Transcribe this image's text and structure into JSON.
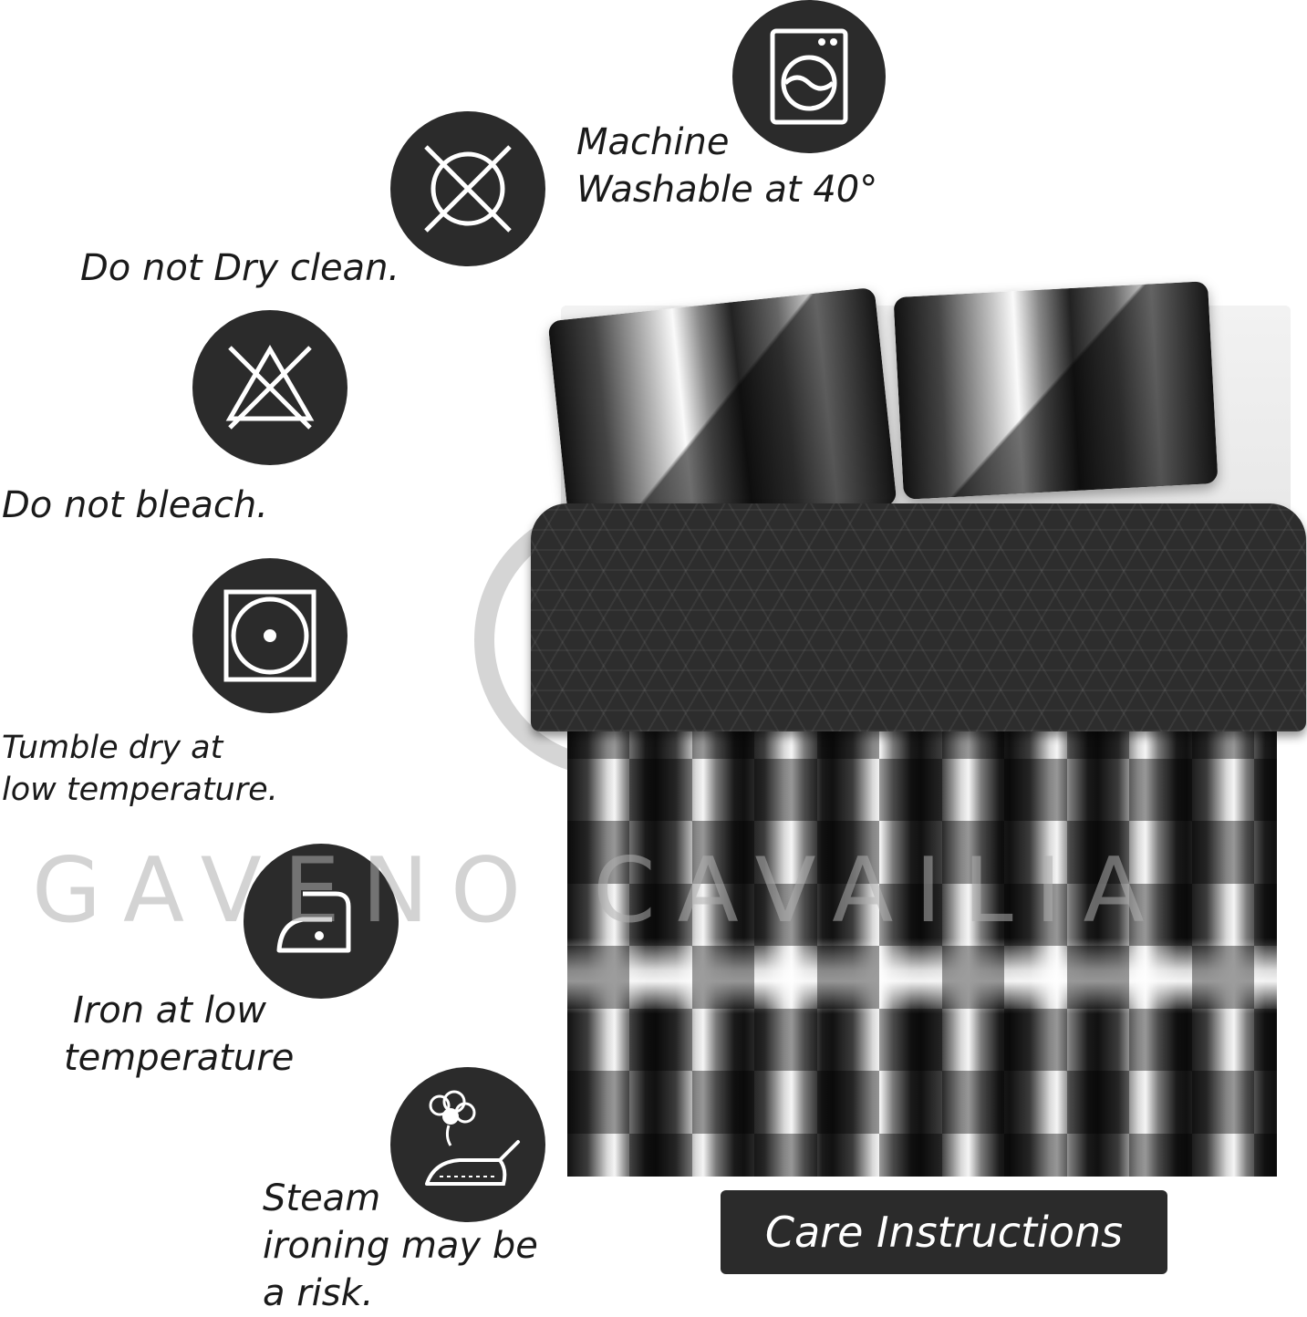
{
  "watermark": {
    "text": "GAVENO CAVAILIA"
  },
  "care_instructions": [
    {
      "id": "machine-wash",
      "icon": "washing-machine-icon",
      "lines": [
        "Machine",
        "Washable at 40°"
      ]
    },
    {
      "id": "no-dry-clean",
      "icon": "no-dry-clean-icon",
      "lines": [
        "Do not Dry clean."
      ]
    },
    {
      "id": "no-bleach",
      "icon": "no-bleach-icon",
      "lines": [
        "Do not bleach."
      ]
    },
    {
      "id": "tumble-dry",
      "icon": "tumble-dry-icon",
      "lines": [
        "Tumble dry at",
        "low temperature."
      ]
    },
    {
      "id": "iron-low",
      "icon": "iron-icon",
      "lines": [
        "Iron at low",
        "temperature"
      ]
    },
    {
      "id": "steam-iron",
      "icon": "steam-iron-icon",
      "lines": [
        "Steam",
        "ironing may be",
        "a risk."
      ]
    }
  ],
  "badge": {
    "label": "Care Instructions"
  },
  "colors": {
    "icon_bg": "#2b2b2b",
    "icon_fg": "#ffffff",
    "text": "#1a1a1a",
    "watermark": "#afafaf"
  }
}
